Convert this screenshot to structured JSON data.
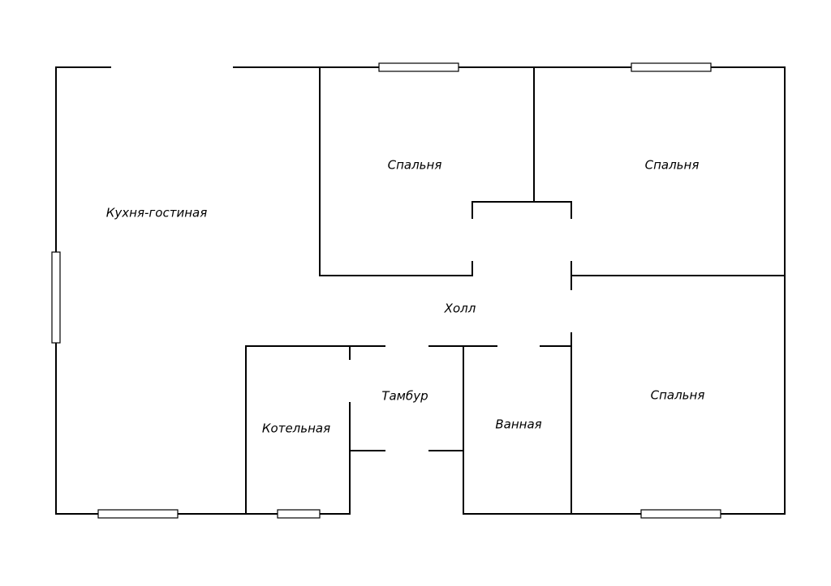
{
  "rooms": {
    "kitchen_living": "Кухня-гостиная",
    "bedroom_top_left": "Спальня",
    "bedroom_top_right": "Спальня",
    "hall": "Холл",
    "vestibule": "Тамбур",
    "boiler_room": "Котельная",
    "bathroom": "Ванная",
    "bedroom_bottom_right": "Спальня"
  },
  "colors": {
    "line": "#000000",
    "background": "#ffffff"
  }
}
